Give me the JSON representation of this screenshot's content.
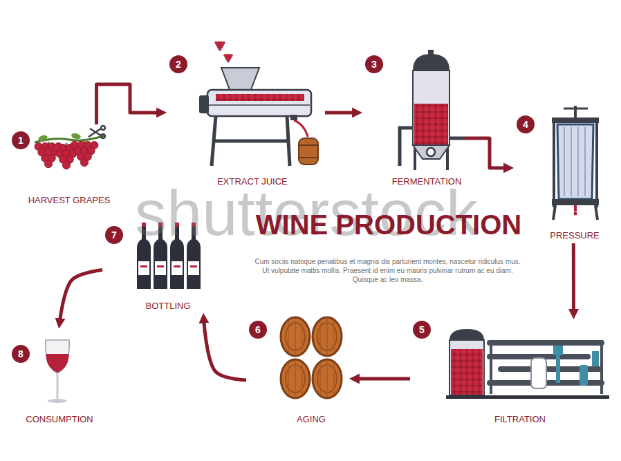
{
  "diagram": {
    "title": "WINE PRODUCTION",
    "nodes": [
      {
        "text": [
          "1",
          "HARVEST GRAPES"
        ]
      },
      {
        "text": [
          "2",
          "EXTRACT JUICE"
        ]
      },
      {
        "text": [
          "3",
          "FERMENTATION"
        ]
      },
      {
        "text": [
          "4",
          "PRESSURE"
        ]
      },
      {
        "text": [
          "5",
          "FILTRATION"
        ]
      },
      {
        "text": [
          "6",
          "AGING"
        ]
      },
      {
        "text": [
          "7",
          "BOTTLING"
        ]
      },
      {
        "text": [
          "8",
          "CONSUMPTION"
        ]
      }
    ],
    "edges": [
      {
        "from": 0,
        "to": 1,
        "arrow": "to"
      },
      {
        "from": 1,
        "to": 2,
        "arrow": "to"
      },
      {
        "from": 2,
        "to": 3,
        "arrow": "to"
      },
      {
        "from": 3,
        "to": 4,
        "arrow": "to"
      },
      {
        "from": 4,
        "to": 5,
        "arrow": "to"
      },
      {
        "from": 5,
        "to": 6,
        "arrow": "to"
      },
      {
        "from": 6,
        "to": 7,
        "arrow": "to"
      }
    ],
    "labels": [
      "shutterstock",
      "Cum sociis natoque penatibus et magnis dis parturient montes, nascetur ridiculus mus. Ut vulputate mattis mollis. Praesent id enim eu mauris pulvinar rutrum ac eu diam. Quisque ac leo massa."
    ]
  }
}
